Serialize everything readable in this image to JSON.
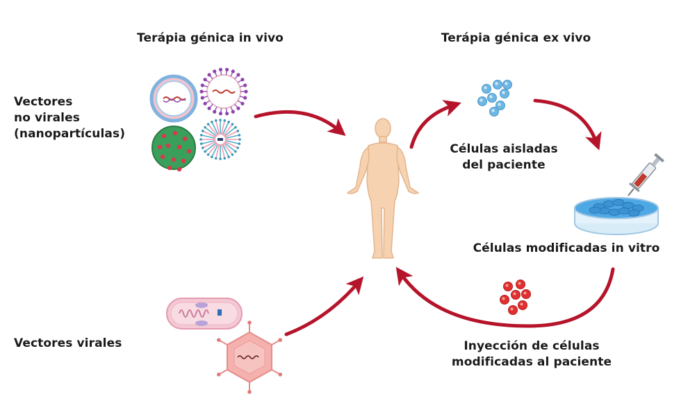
{
  "headings": {
    "in_vivo": "Terápia génica in vivo",
    "ex_vivo": "Terápia génica ex vivo"
  },
  "labels": {
    "non_viral_vectors": "Vectores\nno virales\n(nanopartículas)",
    "viral_vectors": "Vectores virales",
    "isolated_cells": "Células aisladas\ndel paciente",
    "modified_cells": "Células modificadas in vitro",
    "injection": "Inyección de células\nmodificadas al paciente"
  },
  "colors": {
    "arrow": "#b5142b",
    "skin": "#f6d2b0",
    "skin_outline": "#e3b48c",
    "blue_cell": "#6fb6e3",
    "red_cell": "#e0302f",
    "virus": "#f4b1ae",
    "petri_liquid": "#4ea8e4",
    "bacterium": "#f4c9d4"
  },
  "icons": [
    "liposome-icon",
    "micelle-icon",
    "polymer-nanoparticle-icon",
    "dendrimer-icon",
    "human-body-icon",
    "blue-cells-icon",
    "petri-dish-icon",
    "syringe-icon",
    "red-cells-icon",
    "bacterium-icon",
    "virus-icon"
  ]
}
